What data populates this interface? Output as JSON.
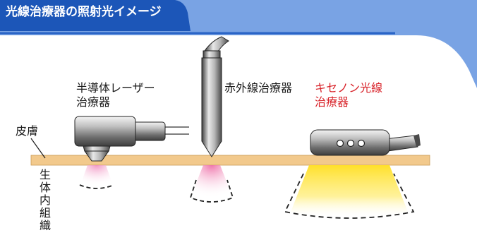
{
  "title": "光線治療器の照射光イメージ",
  "devices": {
    "diode_laser": "半導体レーザー\n治療器",
    "infrared": "赤外線治療器",
    "xenon": "キセノン光線\n治療器"
  },
  "labels": {
    "skin": "皮膚",
    "subcutaneous_tissue": "生体内組織"
  },
  "colors": {
    "header_blue": "#1c56b8",
    "frame_blue": "#5a8fd8",
    "skin": "#f2c98c",
    "diode_light": "#f08cbe",
    "infrared_light": "#ee6fa8",
    "xenon_light": "#ffe02a",
    "xenon_label": "#d8232a"
  }
}
